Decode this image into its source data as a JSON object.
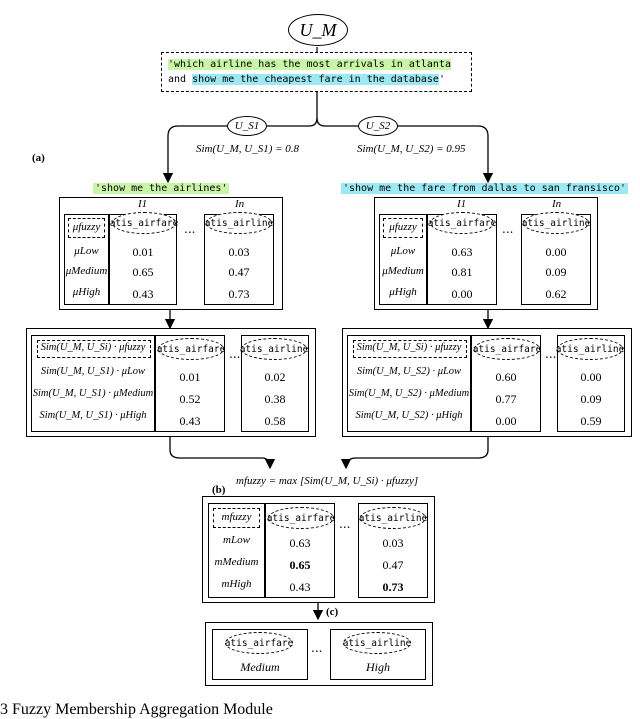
{
  "top": {
    "um_label": "U_M",
    "query_line1": "'which airline has the most arrivals in atlanta",
    "query_line2_a": "and ",
    "query_line2_b": "show me the cheapest fare in the database",
    "query_line2_c": "'"
  },
  "branches": {
    "left_label": "U_S1",
    "right_label": "U_S2",
    "left_sim": "Sim(U_M, U_S1) = 0.8",
    "right_sim": "Sim(U_M, U_S2) = 0.95",
    "left_utterance": "'show me the airlines'",
    "right_utterance": "'show me the fare from dallas to san fransisco'"
  },
  "section_labels": {
    "a": "(a)",
    "b": "(b)",
    "c": "(c)"
  },
  "membership_tables": {
    "col_I1": "I1",
    "col_In": "In",
    "row_labels": [
      "μfuzzy",
      "μLow",
      "μMedium",
      "μHigh"
    ],
    "left": {
      "class_a": "atis_airfare",
      "class_b": "atis_airline",
      "a_values": [
        "0.01",
        "0.65",
        "0.43"
      ],
      "b_values": [
        "0.03",
        "0.47",
        "0.73"
      ]
    },
    "right": {
      "class_a": "atis_airfare",
      "class_b": "atis_airline",
      "a_values": [
        "0.63",
        "0.81",
        "0.00"
      ],
      "b_values": [
        "0.00",
        "0.09",
        "0.62"
      ]
    },
    "ellipsis": "..."
  },
  "weighted_tables": {
    "left": {
      "rows": [
        "Sim(U_M, U_Si) · μfuzzy",
        "Sim(U_M, U_S1) · μLow",
        "Sim(U_M, U_S1) · μMedium",
        "Sim(U_M, U_S1) · μHigh"
      ],
      "class_a": "atis_airfare",
      "class_b": "atis_airline",
      "a_values": [
        "0.01",
        "0.52",
        "0.43"
      ],
      "b_values": [
        "0.02",
        "0.38",
        "0.58"
      ]
    },
    "right": {
      "rows": [
        "Sim(U_M, U_Si) · μfuzzy",
        "Sim(U_M, U_S2) · μLow",
        "Sim(U_M, U_S2) · μMedium",
        "Sim(U_M, U_S2) · μHigh"
      ],
      "class_a": "atis_airfare",
      "class_b": "atis_airline",
      "a_values": [
        "0.60",
        "0.77",
        "0.00"
      ],
      "b_values": [
        "0.00",
        "0.09",
        "0.59"
      ]
    }
  },
  "aggregation": {
    "formula": "mfuzzy = max [Sim(U_M, U_Si) · μfuzzy]",
    "row_labels": [
      "mfuzzy",
      "mLow",
      "mMedium",
      "mHigh"
    ],
    "class_a": "atis_airfare",
    "class_b": "atis_airline",
    "a_values": [
      "0.63",
      "0.65",
      "0.43"
    ],
    "b_values": [
      "0.03",
      "0.47",
      "0.73"
    ]
  },
  "result": {
    "class_a": "atis_airfare",
    "class_b": "atis_airline",
    "a_label": "Medium",
    "b_label": "High"
  },
  "caption": "3 Fuzzy Membership Aggregation Module"
}
